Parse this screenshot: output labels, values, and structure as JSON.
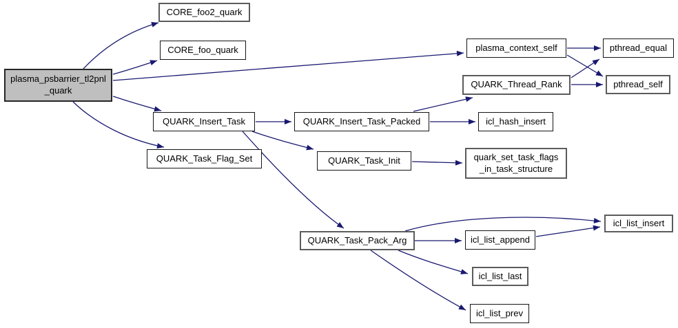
{
  "diagram_type": "call-graph",
  "colors": {
    "background": "#ffffff",
    "edge": "#191970",
    "node_fill": "#ffffff",
    "node_border": "#141414",
    "node_border_emphasis": "#5b5b5b",
    "root_fill": "#bfbfbf",
    "text": "#000000"
  },
  "nodes": {
    "root": {
      "label_line1": "plasma_psbarrier_tl2pnl",
      "label_line2": "_quark"
    },
    "core_foo2_quark": {
      "label": "CORE_foo2_quark"
    },
    "core_foo_quark": {
      "label": "CORE_foo_quark"
    },
    "plasma_context_self": {
      "label": "plasma_context_self"
    },
    "pthread_equal": {
      "label": "pthread_equal"
    },
    "quark_thread_rank": {
      "label": "QUARK_Thread_Rank"
    },
    "pthread_self": {
      "label": "pthread_self"
    },
    "quark_insert_task": {
      "label": "QUARK_Insert_Task"
    },
    "quark_insert_task_packed": {
      "label": "QUARK_Insert_Task_Packed"
    },
    "icl_hash_insert": {
      "label": "icl_hash_insert"
    },
    "quark_task_flag_set": {
      "label": "QUARK_Task_Flag_Set"
    },
    "quark_task_init": {
      "label": "QUARK_Task_Init"
    },
    "quark_set_task_flags": {
      "label_line1": "quark_set_task_flags",
      "label_line2": "_in_task_structure"
    },
    "quark_task_pack_arg": {
      "label": "QUARK_Task_Pack_Arg"
    },
    "icl_list_append": {
      "label": "icl_list_append"
    },
    "icl_list_insert": {
      "label": "icl_list_insert"
    },
    "icl_list_last": {
      "label": "icl_list_last"
    },
    "icl_list_prev": {
      "label": "icl_list_prev"
    }
  },
  "edges": [
    {
      "from": "plasma_psbarrier_tl2pnl_quark",
      "to": "CORE_foo2_quark"
    },
    {
      "from": "plasma_psbarrier_tl2pnl_quark",
      "to": "CORE_foo_quark"
    },
    {
      "from": "plasma_psbarrier_tl2pnl_quark",
      "to": "plasma_context_self"
    },
    {
      "from": "plasma_psbarrier_tl2pnl_quark",
      "to": "QUARK_Insert_Task"
    },
    {
      "from": "plasma_psbarrier_tl2pnl_quark",
      "to": "QUARK_Task_Flag_Set"
    },
    {
      "from": "plasma_context_self",
      "to": "pthread_equal"
    },
    {
      "from": "plasma_context_self",
      "to": "pthread_self"
    },
    {
      "from": "QUARK_Thread_Rank",
      "to": "pthread_equal"
    },
    {
      "from": "QUARK_Thread_Rank",
      "to": "pthread_self"
    },
    {
      "from": "QUARK_Insert_Task",
      "to": "QUARK_Insert_Task_Packed"
    },
    {
      "from": "QUARK_Insert_Task",
      "to": "QUARK_Task_Init"
    },
    {
      "from": "QUARK_Insert_Task",
      "to": "QUARK_Task_Pack_Arg"
    },
    {
      "from": "QUARK_Insert_Task_Packed",
      "to": "QUARK_Thread_Rank"
    },
    {
      "from": "QUARK_Insert_Task_Packed",
      "to": "icl_hash_insert"
    },
    {
      "from": "QUARK_Task_Init",
      "to": "quark_set_task_flags_in_task_structure"
    },
    {
      "from": "QUARK_Task_Pack_Arg",
      "to": "icl_list_insert"
    },
    {
      "from": "QUARK_Task_Pack_Arg",
      "to": "icl_list_append"
    },
    {
      "from": "QUARK_Task_Pack_Arg",
      "to": "icl_list_last"
    },
    {
      "from": "QUARK_Task_Pack_Arg",
      "to": "icl_list_prev"
    },
    {
      "from": "icl_list_append",
      "to": "icl_list_insert"
    }
  ]
}
